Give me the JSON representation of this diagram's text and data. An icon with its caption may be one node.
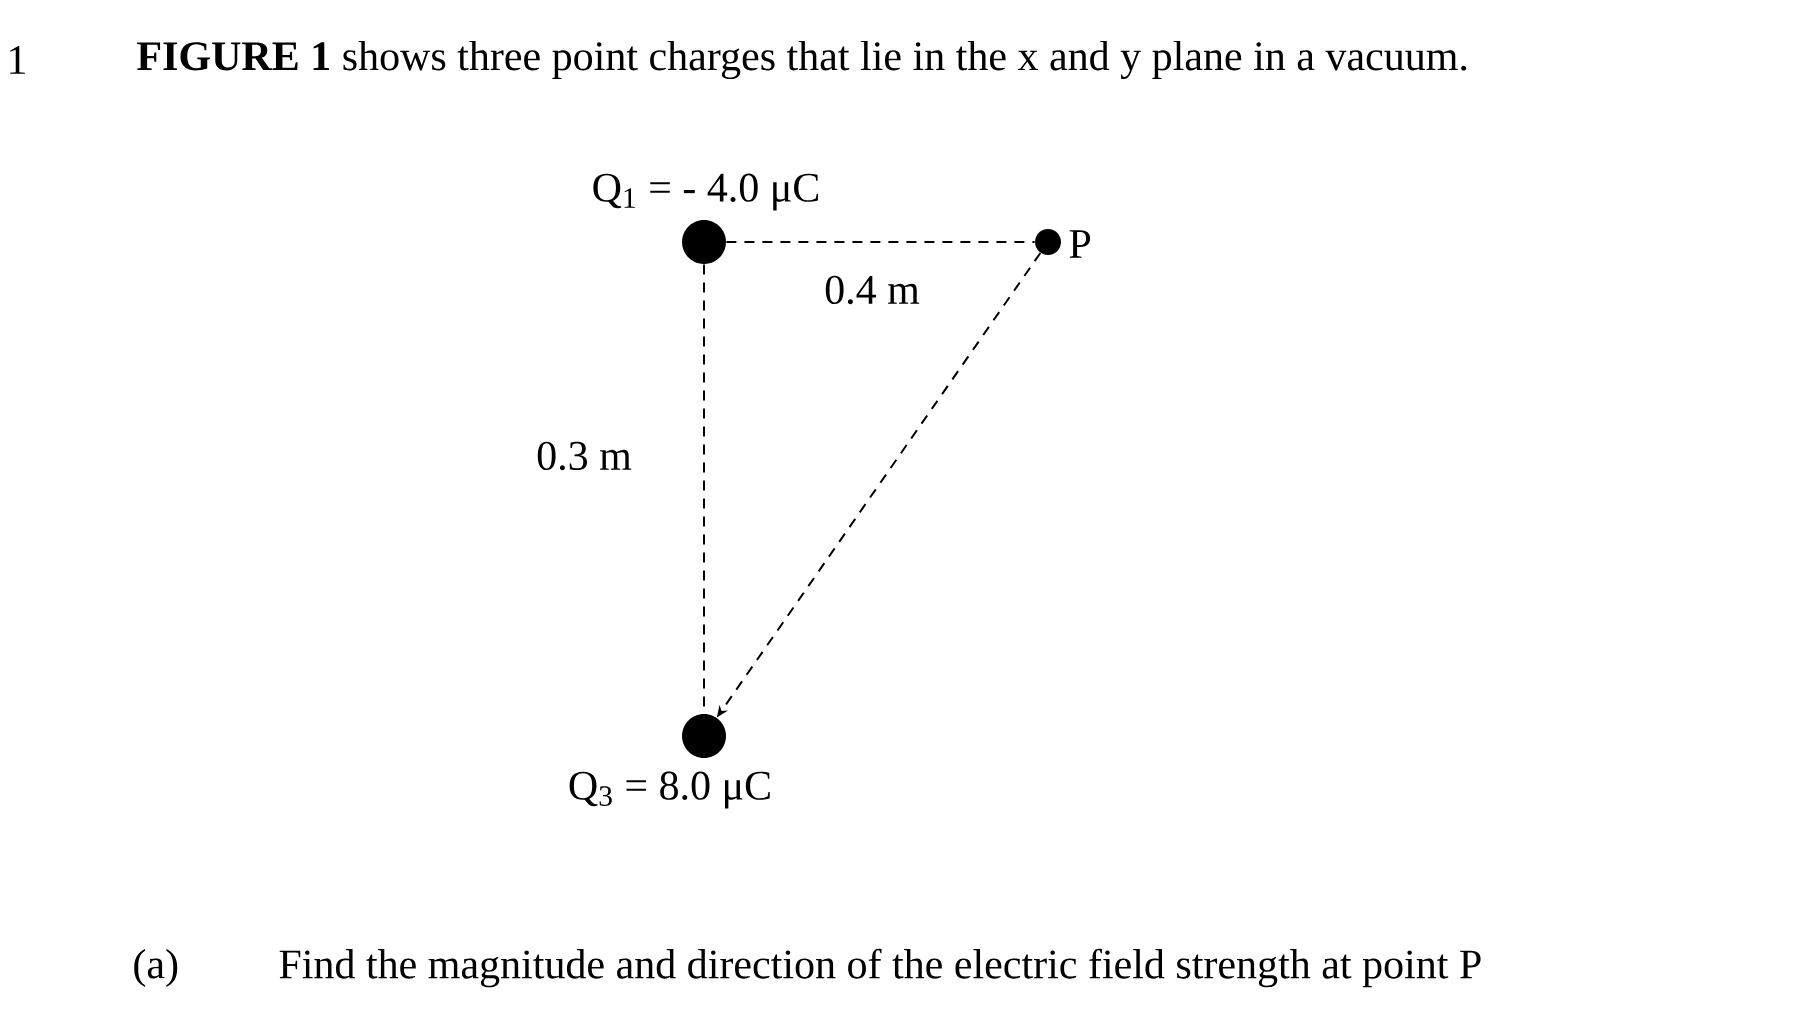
{
  "diagram": {
    "nodes": [
      {
        "text": [],
        "shape": "circle",
        "beside": [
          "Q$_{1}$ = - 4.0 μC"
        ]
      },
      {
        "text": [],
        "shape": "circle",
        "beside": [
          "P"
        ]
      },
      {
        "text": [],
        "shape": "circle",
        "beside": [
          "Q$_{3}$ = 8.0 μC"
        ]
      }
    ],
    "edges": [
      {
        "from": 0,
        "to": 1,
        "arrow": "none",
        "style": "dashed",
        "label": "0.4 m"
      },
      {
        "from": 0,
        "to": 2,
        "arrow": "none",
        "style": "dashed",
        "label": "0.3 m"
      },
      {
        "from": 1,
        "to": 2,
        "arrow": "to",
        "style": "dashed"
      }
    ],
    "labels": [
      "1",
      "**FIGURE 1** shows three point charges that lie in the x and y plane in a vacuum.",
      "(a)",
      "Find the magnitude and direction of the electric field strength at point P"
    ]
  }
}
